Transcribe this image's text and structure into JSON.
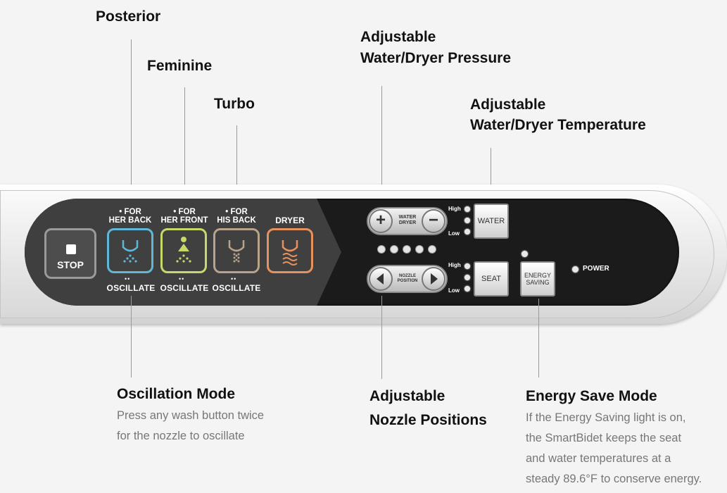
{
  "callouts": {
    "posterior": "Posterior",
    "feminine": "Feminine",
    "turbo": "Turbo",
    "pressure": {
      "line1": "Adjustable",
      "line2": "Water/Dryer Pressure"
    },
    "temperature": {
      "line1": "Adjustable",
      "line2": "Water/Dryer Temperature"
    },
    "oscillation": {
      "title": "Oscillation Mode",
      "desc1": "Press any wash button twice",
      "desc2": "for the nozzle to oscillate"
    },
    "nozzle": {
      "line1": "Adjustable",
      "line2": "Nozzle Positions"
    },
    "energy": {
      "title": "Energy Save Mode",
      "desc1": "If the Energy Saving light is on,",
      "desc2": "the SmartBidet keeps the seat",
      "desc3": "and water temperatures at a",
      "desc4": "steady 89.6°F to conserve energy."
    }
  },
  "panel": {
    "stop_label": "STOP",
    "her_back": {
      "line1": "• FOR",
      "line2": "HER BACK"
    },
    "her_front": {
      "line1": "• FOR",
      "line2": "HER FRONT"
    },
    "his_back": {
      "line1": "• FOR",
      "line2": "HIS BACK"
    },
    "dryer_label": "DRYER",
    "oscillate": "OSCILLATE",
    "osc_dots": "••",
    "plus": "+",
    "minus": "−",
    "water_dryer": {
      "line1": "WATER",
      "line2": "DRYER"
    },
    "nozzle_position": {
      "line1": "NOZZLE",
      "line2": "POSITION"
    },
    "level_high": "High",
    "level_low": "Low",
    "water_button": "WATER",
    "seat_button": "SEAT",
    "energy_button": {
      "line1": "ENERGY",
      "line2": "SAVING"
    },
    "power_label": "POWER"
  },
  "colors": {
    "her_back": "#5fb8d6",
    "her_front": "#c9d86b",
    "his_back": "#b8a48a",
    "dryer": "#e7925e"
  }
}
